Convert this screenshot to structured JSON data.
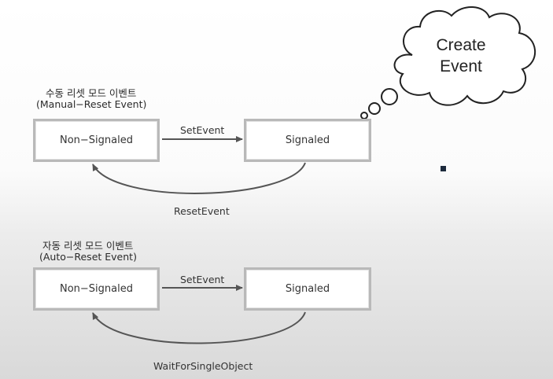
{
  "thought_bubble": {
    "line1": "Create",
    "line2": "Event"
  },
  "manual_reset": {
    "title_ko": "수동 리셋 모드 이벤트",
    "title_en": "(Manual−Reset Event)",
    "state_left": "Non−Signaled",
    "state_right": "Signaled",
    "forward_label": "SetEvent",
    "back_label": "ResetEvent"
  },
  "auto_reset": {
    "title_ko": "자동 리셋 모드 이벤트",
    "title_en": "(Auto−Reset Event)",
    "state_left": "Non−Signaled",
    "state_right": "Signaled",
    "forward_label": "SetEvent",
    "back_label": "WaitForSingleObject"
  },
  "colors": {
    "box_border": "#b9b9b9",
    "arrow": "#555555",
    "dot": "#1c2a3c"
  }
}
